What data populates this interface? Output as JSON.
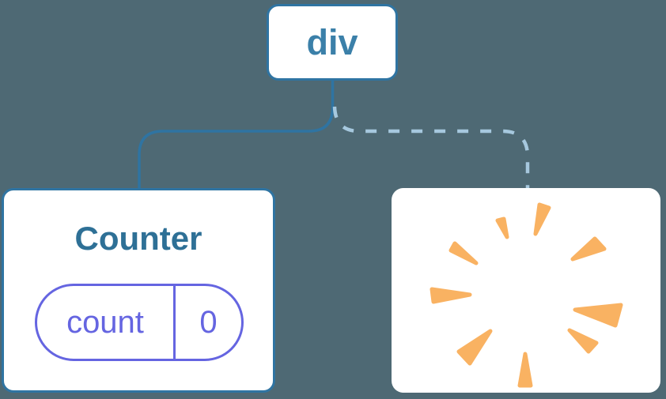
{
  "diagram": {
    "description": "React component tree: a div root keeps its Counter child (state preserved) while the removed second child's state is destroyed (poof)",
    "background_color": "#4E6974",
    "root_node": {
      "label": "div"
    },
    "counter_node": {
      "title": "Counter",
      "state": {
        "key": "count",
        "value": "0"
      }
    },
    "destroyed_node": {
      "icon": "poof-starburst"
    },
    "connectors": {
      "left": "solid elbow line from div to Counter",
      "right": "dashed elbow line from div to destroyed node"
    },
    "colors": {
      "node_border_blue": "#2F74A2",
      "root_label_blue": "#3B80A9",
      "counter_title_blue": "#2E7096",
      "state_purple": "#6565E1",
      "dashed_line_blue": "#A6C8DE",
      "poof_orange": "#F9B262",
      "card_white": "#FFFFFF"
    }
  }
}
